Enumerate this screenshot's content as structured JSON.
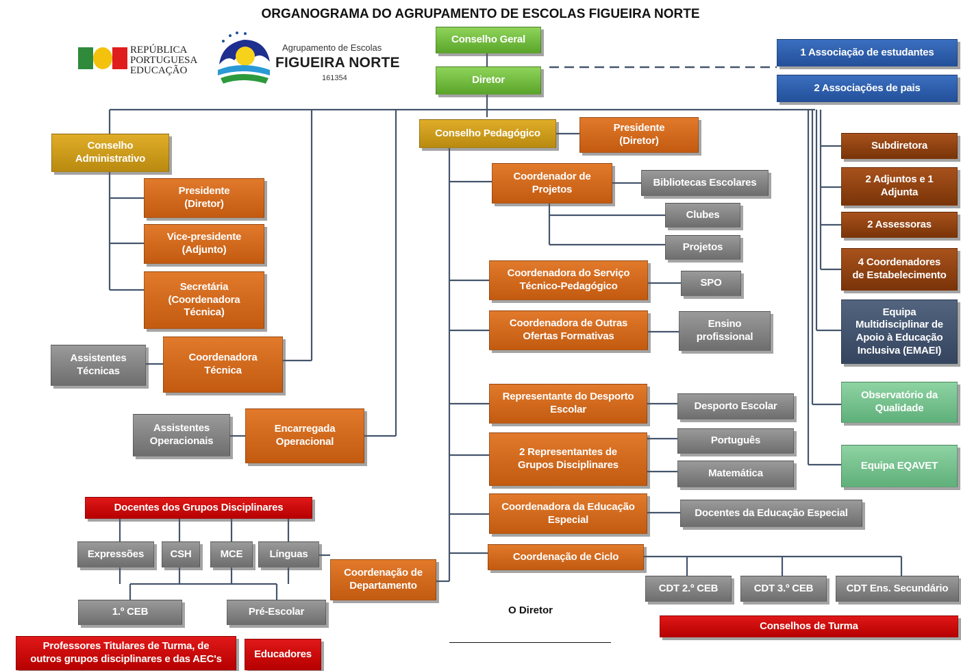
{
  "title": "ORGANOGRAMA DO AGRUPAMENTO DE ESCOLAS FIGUEIRA NORTE",
  "logos": {
    "republica": [
      "REPÚBLICA",
      "PORTUGUESA",
      "EDUCAÇÃO"
    ],
    "school_small": "Agrupamento de Escolas",
    "school_name": "FIGUEIRA NORTE",
    "school_code": "161354"
  },
  "colors": {
    "green": "#6ab73a",
    "gold": "#d19d1b",
    "orange": "#d26a1e",
    "brown": "#8c4412",
    "gray": "#808080",
    "red": "#cc0000",
    "blue": "#2d5fae",
    "slate": "#44546c",
    "mint": "#76c290"
  },
  "boxes": {
    "conselho_geral": "Conselho Geral",
    "diretor": "Diretor",
    "assoc_estudantes": "1 Associação de estudantes",
    "assoc_pais": "2 Associações de pais",
    "conselho_administrativo": [
      "Conselho",
      "Administrativo"
    ],
    "ca_presidente": [
      "Presidente",
      "(Diretor)"
    ],
    "ca_vice_presidente": [
      "Vice-presidente",
      "(Adjunto)"
    ],
    "ca_secretaria": [
      "Secretária",
      "(Coordenadora",
      "Técnica)"
    ],
    "coordenadora_tecnica": [
      "Coordenadora",
      "Técnica"
    ],
    "assistentes_tecnicas": [
      "Assistentes",
      "Técnicas"
    ],
    "encarregada_operacional": [
      "Encarregada",
      "Operacional"
    ],
    "assistentes_operacionais": [
      "Assistentes",
      "Operacionais"
    ],
    "conselho_pedagogico": "Conselho Pedagógico",
    "cp_presidente": [
      "Presidente",
      "(Diretor)"
    ],
    "coordenador_projetos": [
      "Coordenador de",
      "Projetos"
    ],
    "bibliotecas": "Bibliotecas Escolares",
    "clubes": "Clubes",
    "projetos": "Projetos",
    "coord_servico_tecnico": [
      "Coordenadora do Serviço",
      "Técnico-Pedagógico"
    ],
    "spo": "SPO",
    "coord_outras_ofertas": [
      "Coordenadora de Outras",
      "Ofertas Formativas"
    ],
    "ensino_profissional": [
      "Ensino",
      "profissional"
    ],
    "rep_desporto": [
      "Representante do Desporto",
      "Escolar"
    ],
    "desporto_escolar": "Desporto Escolar",
    "rep_grupos": [
      "2 Representantes de",
      "Grupos Disciplinares"
    ],
    "portugues": "Português",
    "matematica": "Matemática",
    "coord_educacao_especial": [
      "Coordenadora da Educação",
      "Especial"
    ],
    "docentes_educacao_especial": "Docentes da Educação Especial",
    "coordenacao_ciclo": "Coordenação de Ciclo",
    "cdt_2ceb": "CDT 2.º CEB",
    "cdt_3ceb": "CDT 3.º CEB",
    "cdt_secundario": "CDT Ens. Secundário",
    "conselhos_turma": "Conselhos de Turma",
    "subdiretora": "Subdiretora",
    "adjuntos": [
      "2 Adjuntos e 1",
      "Adjunta"
    ],
    "assessoras": "2 Assessoras",
    "coordenadores_estabelecimento": [
      "4 Coordenadores",
      "de Estabelecimento"
    ],
    "emaei": [
      "Equipa",
      "Multidisciplinar de",
      "Apoio à Educação",
      "Inclusiva (EMAEI)"
    ],
    "observatorio": [
      "Observatório da",
      "Qualidade"
    ],
    "eqavet": "Equipa EQAVET",
    "docentes_grupos": "Docentes dos Grupos Disciplinares",
    "expressoes": "Expressões",
    "csh": "CSH",
    "mce": "MCE",
    "linguas": "Línguas",
    "coordenacao_departamento": [
      "Coordenação de",
      "Departamento"
    ],
    "ceb1": "1.º CEB",
    "pre_escolar": "Pré-Escolar",
    "professores_titulares": [
      "Professores Titulares de Turma, de",
      "outros grupos disciplinares e das AEC's"
    ],
    "educadores": "Educadores"
  },
  "signature": "O Diretor"
}
